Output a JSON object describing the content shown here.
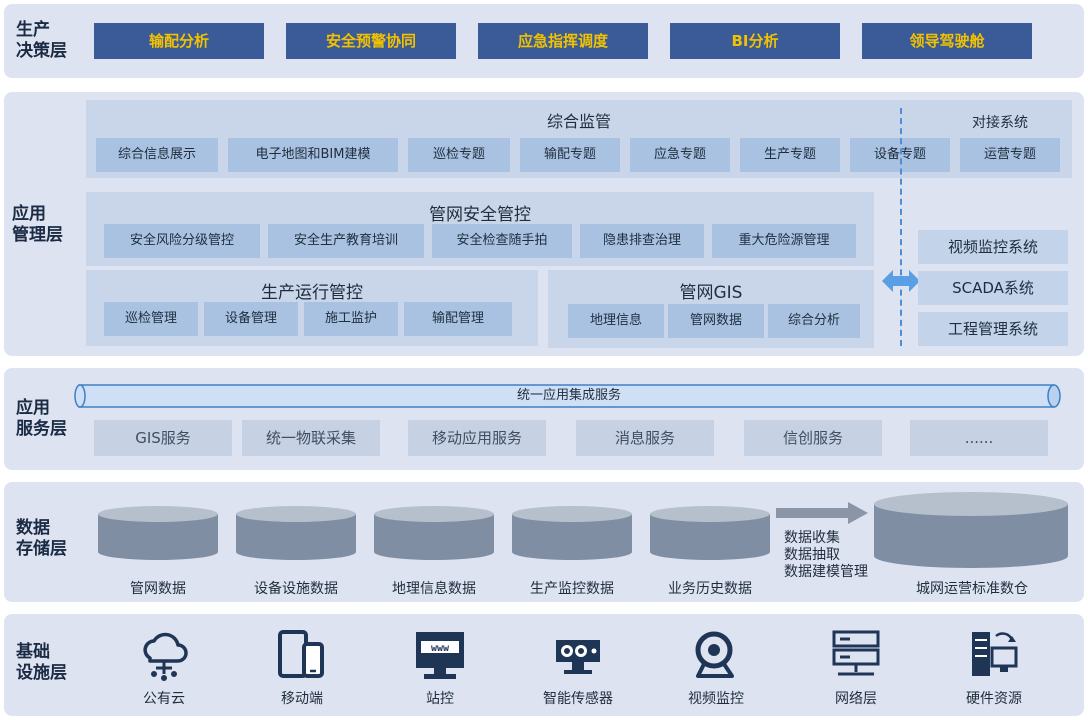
{
  "layers": {
    "decision": {
      "label": "生产\n决策层",
      "buttons": [
        "输配分析",
        "安全预警协同",
        "应急指挥调度",
        "BI分析",
        "领导驾驶舱"
      ]
    },
    "application_management": {
      "label": "应用\n管理层",
      "comprehensive": {
        "title": "综合监管",
        "items": [
          "综合信息展示",
          "电子地图和BIM建模",
          "巡检专题",
          "输配专题",
          "应急专题",
          "生产专题",
          "设备专题",
          "运营专题"
        ]
      },
      "safety": {
        "title": "管网安全管控",
        "items": [
          "安全风险分级管控",
          "安全生产教育培训",
          "安全检查随手拍",
          "隐患排查治理",
          "重大危险源管理"
        ]
      },
      "production": {
        "title": "生产运行管控",
        "items": [
          "巡检管理",
          "设备管理",
          "施工监护",
          "输配管理"
        ]
      },
      "gis": {
        "title": "管网GIS",
        "items": [
          "地理信息",
          "管网数据",
          "综合分析"
        ]
      },
      "external": {
        "title": "对接系统",
        "items": [
          "视频监控系统",
          "SCADA系统",
          "工程管理系统"
        ]
      }
    },
    "application_service": {
      "label": "应用\n服务层",
      "bus": "统一应用集成服务",
      "services": [
        "GIS服务",
        "统一物联采集",
        "移动应用服务",
        "消息服务",
        "信创服务",
        "......"
      ]
    },
    "data_storage": {
      "label": "数据\n存储层",
      "stores": [
        "管网数据",
        "设备设施数据",
        "地理信息数据",
        "生产监控数据",
        "业务历史数据"
      ],
      "flow": "数据收集\n数据抽取\n数据建模管理",
      "warehouse": "城网运营标准数仓"
    },
    "infrastructure": {
      "label": "基础\n设施层",
      "items": [
        {
          "label": "公有云",
          "icon": "cloud-icon"
        },
        {
          "label": "移动端",
          "icon": "mobile-icon"
        },
        {
          "label": "站控",
          "icon": "monitor-www-icon"
        },
        {
          "label": "智能传感器",
          "icon": "sensor-icon"
        },
        {
          "label": "视频监控",
          "icon": "camera-icon"
        },
        {
          "label": "网络层",
          "icon": "network-icon"
        },
        {
          "label": "硬件资源",
          "icon": "server-icon"
        }
      ]
    }
  },
  "colors": {
    "layer_bg": "#dde3f1",
    "decision_button": "#3a5a98",
    "decision_text": "#f2c200",
    "chip": "#a9c2e2",
    "cylinder": "#7f8ea3",
    "icon": "#1e3556"
  }
}
